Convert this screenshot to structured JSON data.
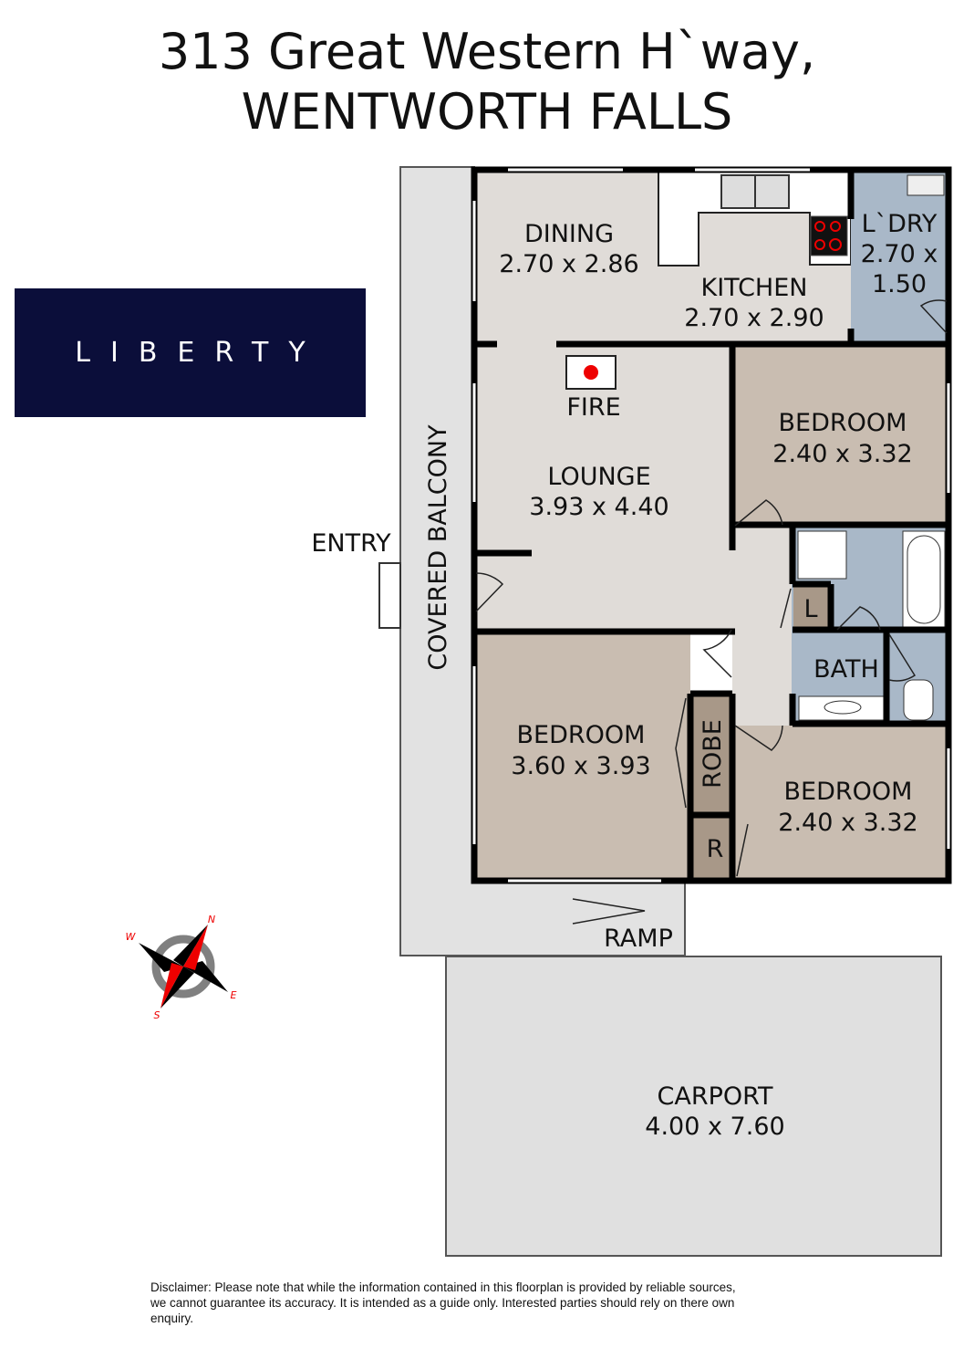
{
  "header": {
    "line1": "313 Great Western H`way,",
    "line2": "WENTWORTH FALLS"
  },
  "logo": {
    "text": "LIBERTY",
    "bg_color": "#0b0e3a"
  },
  "rooms": {
    "dining": {
      "name": "DINING",
      "size": "2.70 x 2.86"
    },
    "kitchen": {
      "name": "KITCHEN",
      "size": "2.70 x 2.90"
    },
    "laundry": {
      "name": "L`DRY",
      "size_a": "2.70 x",
      "size_b": "1.50"
    },
    "fire": {
      "name": "FIRE"
    },
    "lounge": {
      "name": "LOUNGE",
      "size": "3.93 x 4.40"
    },
    "bedroom1": {
      "name": "BEDROOM",
      "size": "2.40 x 3.32"
    },
    "bedroom2": {
      "name": "BEDROOM",
      "size": "3.60 x 3.93"
    },
    "bedroom3": {
      "name": "BEDROOM",
      "size": "2.40 x 3.32"
    },
    "bath": {
      "name": "BATH"
    },
    "linen": {
      "name": "L"
    },
    "robe": {
      "name": "ROBE"
    },
    "robe_small": {
      "name": "R"
    },
    "balcony": {
      "name": "COVERED BALCONY"
    },
    "entry": {
      "name": "ENTRY"
    },
    "ramp": {
      "name": "RAMP"
    },
    "carport": {
      "name": "CARPORT",
      "size": "4.00 x 7.60"
    }
  },
  "compass": {
    "n": "N",
    "s": "S",
    "e": "E",
    "w": "W"
  },
  "colors": {
    "living": "#e0dcd8",
    "bedroom": "#c9bdb1",
    "wet": "#a9b8c8",
    "robe": "#a89888",
    "outdoor": "#e2e2e2"
  },
  "disclaimer": "Disclaimer: Please note that while the information contained in this floorplan is provided by reliable sources, we cannot guarantee its accuracy. It is intended as a guide only. Interested parties should rely on there own enquiry."
}
